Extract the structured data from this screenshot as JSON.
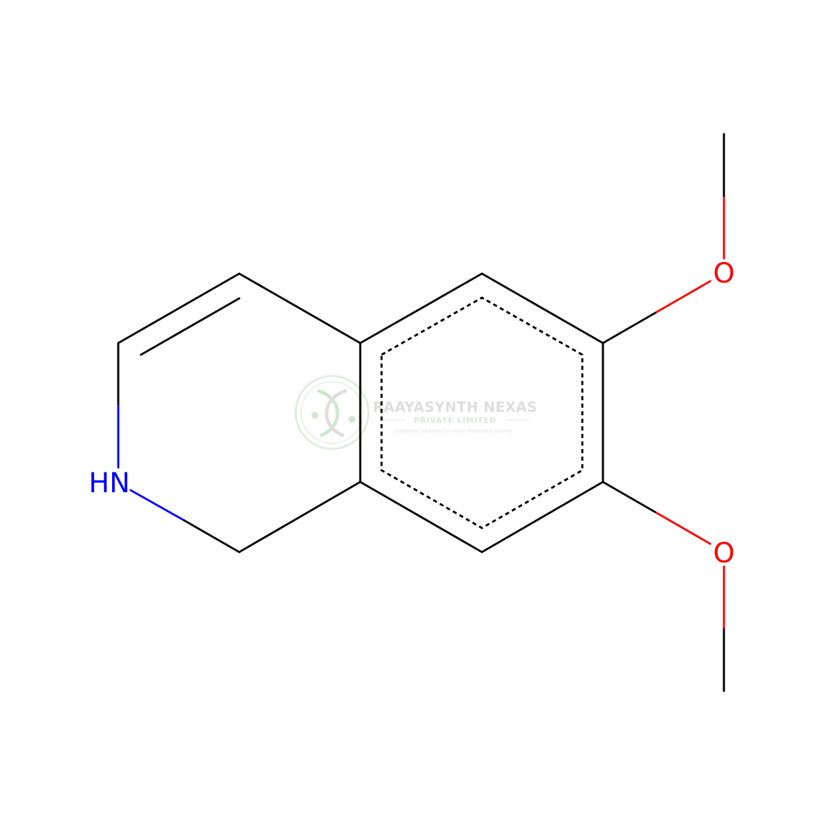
{
  "molecule": {
    "atoms": {
      "nitrogen": {
        "label": "HN",
        "color": "#0000ff"
      },
      "oxygen_top": {
        "label": "O",
        "color": "#ff0000"
      },
      "oxygen_bottom": {
        "label": "O",
        "color": "#ff0000"
      }
    },
    "bond_color": "#000000"
  },
  "watermark": {
    "company": "RAAYASYNTH NEXAS",
    "subtitle": "PRIVATE LIMITED",
    "tagline": "Complete solutions for every molecule's journey",
    "color": "#b8d8b8"
  }
}
